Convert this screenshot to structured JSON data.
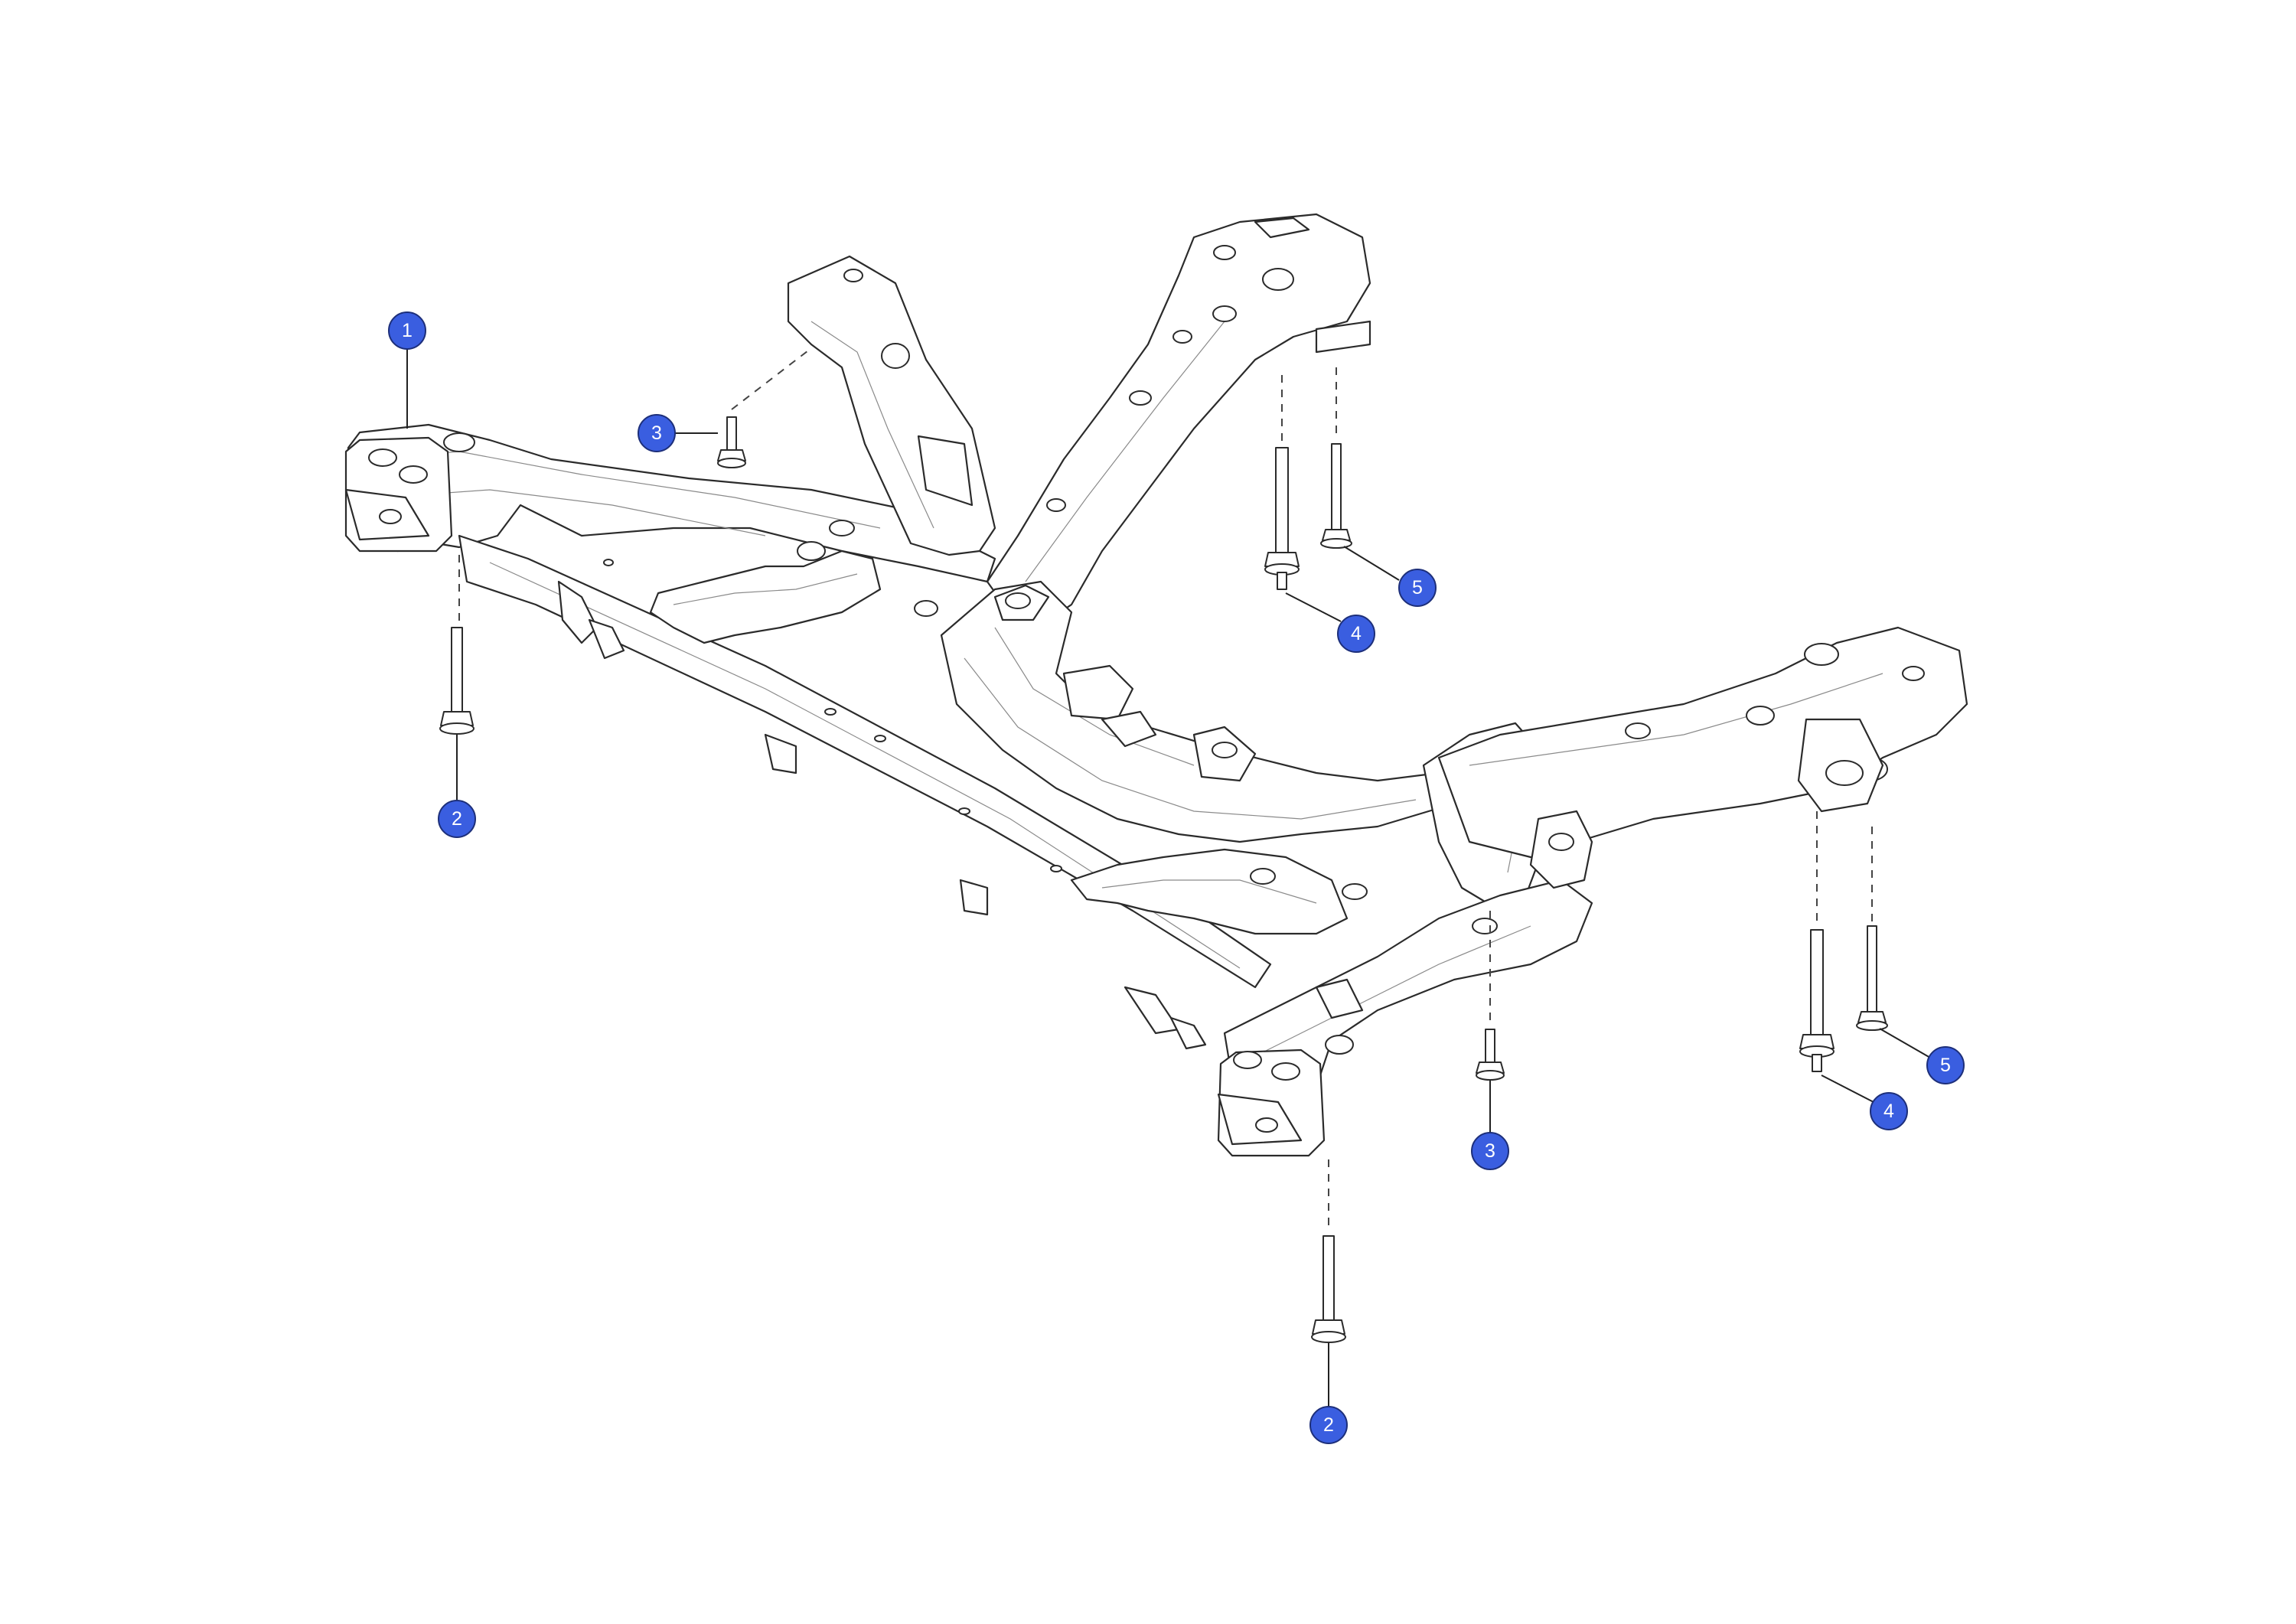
{
  "callouts": [
    {
      "id": "callout-1",
      "label": "1"
    },
    {
      "id": "callout-2-left",
      "label": "2"
    },
    {
      "id": "callout-2-bottom",
      "label": "2"
    },
    {
      "id": "callout-3-left",
      "label": "3"
    },
    {
      "id": "callout-3-right",
      "label": "3"
    },
    {
      "id": "callout-4-upper",
      "label": "4"
    },
    {
      "id": "callout-4-lower",
      "label": "4"
    },
    {
      "id": "callout-5-upper",
      "label": "5"
    },
    {
      "id": "callout-5-lower",
      "label": "5"
    }
  ],
  "colors": {
    "callout_fill": "#3a5ee0",
    "callout_border": "#1d2f7a",
    "line": "#2b2b2b"
  }
}
